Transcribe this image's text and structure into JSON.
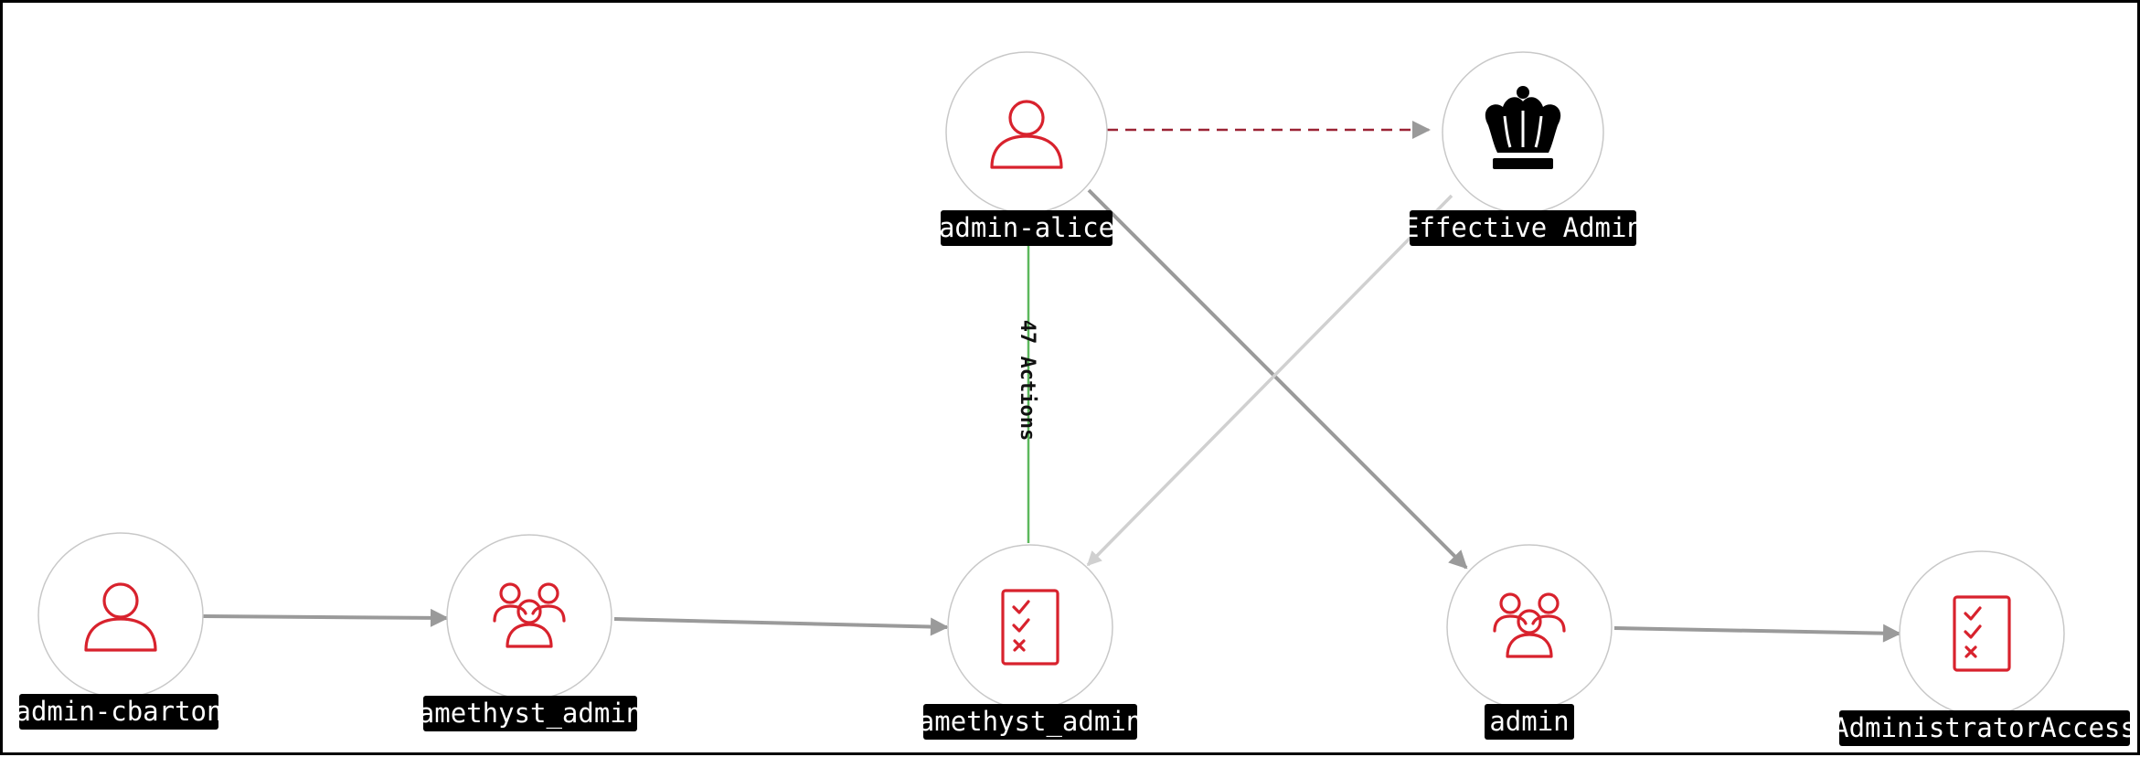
{
  "nodes": {
    "admin_alice": {
      "label": "admin-alice",
      "kind": "user",
      "icon": "user-icon"
    },
    "effective_admin": {
      "label": "Effective Admin",
      "kind": "effective-admin",
      "icon": "crown-icon"
    },
    "admin_cbarton": {
      "label": "admin-cbarton",
      "kind": "user",
      "icon": "user-icon"
    },
    "amethyst_admin_group": {
      "label": "amethyst_admin",
      "kind": "group",
      "icon": "group-icon"
    },
    "amethyst_admin_policy": {
      "label": "amethyst_admin",
      "kind": "policy",
      "icon": "policy-checklist-icon"
    },
    "admin_group": {
      "label": "admin",
      "kind": "group",
      "icon": "group-icon"
    },
    "administrator_access": {
      "label": "AdministratorAccess",
      "kind": "policy",
      "icon": "policy-checklist-icon"
    }
  },
  "edges": {
    "alice_to_policy": {
      "label": "47 Actions"
    }
  },
  "colors": {
    "icon_red": "#d8222d",
    "edge_gray": "#9a9a9a",
    "edge_light_gray": "#d0d0d0",
    "edge_green": "#5cb85c",
    "edge_dashed_red": "#9b2335",
    "crown": "#000000"
  }
}
